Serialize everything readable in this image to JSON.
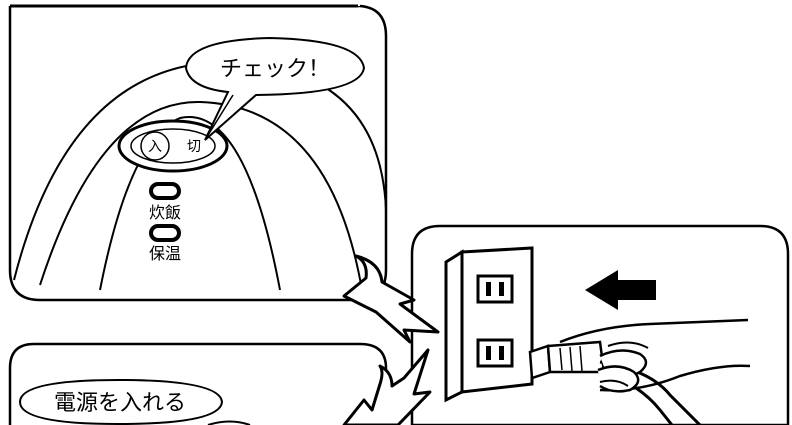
{
  "panel_top_left": {
    "callout": "チェック！",
    "switch_on": "入",
    "switch_off": "切",
    "lamp_cook": "炊飯",
    "lamp_warm": "保温"
  },
  "panel_bottom_left": {
    "callout": "電源を入れる"
  },
  "colors": {
    "line": "#000000",
    "background": "#ffffff"
  }
}
